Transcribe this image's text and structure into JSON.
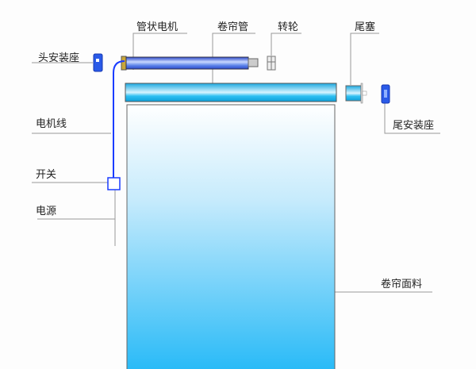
{
  "labels": {
    "head_mount": "头安装座",
    "tubular_motor": "管状电机",
    "roller_tube": "卷帘管",
    "drive_wheel": "转轮",
    "end_plug": "尾塞",
    "tail_mount": "尾安装座",
    "motor_cable": "电机线",
    "switch": "开关",
    "power": "电源",
    "fabric": "卷帘面料"
  },
  "colors": {
    "tube_blue": "#1db4ec",
    "motor_blue": "#3a62e0",
    "cable_blue": "#1a3cff",
    "fabric_bottom": "#25b9f7",
    "leader_gray": "#999999"
  }
}
